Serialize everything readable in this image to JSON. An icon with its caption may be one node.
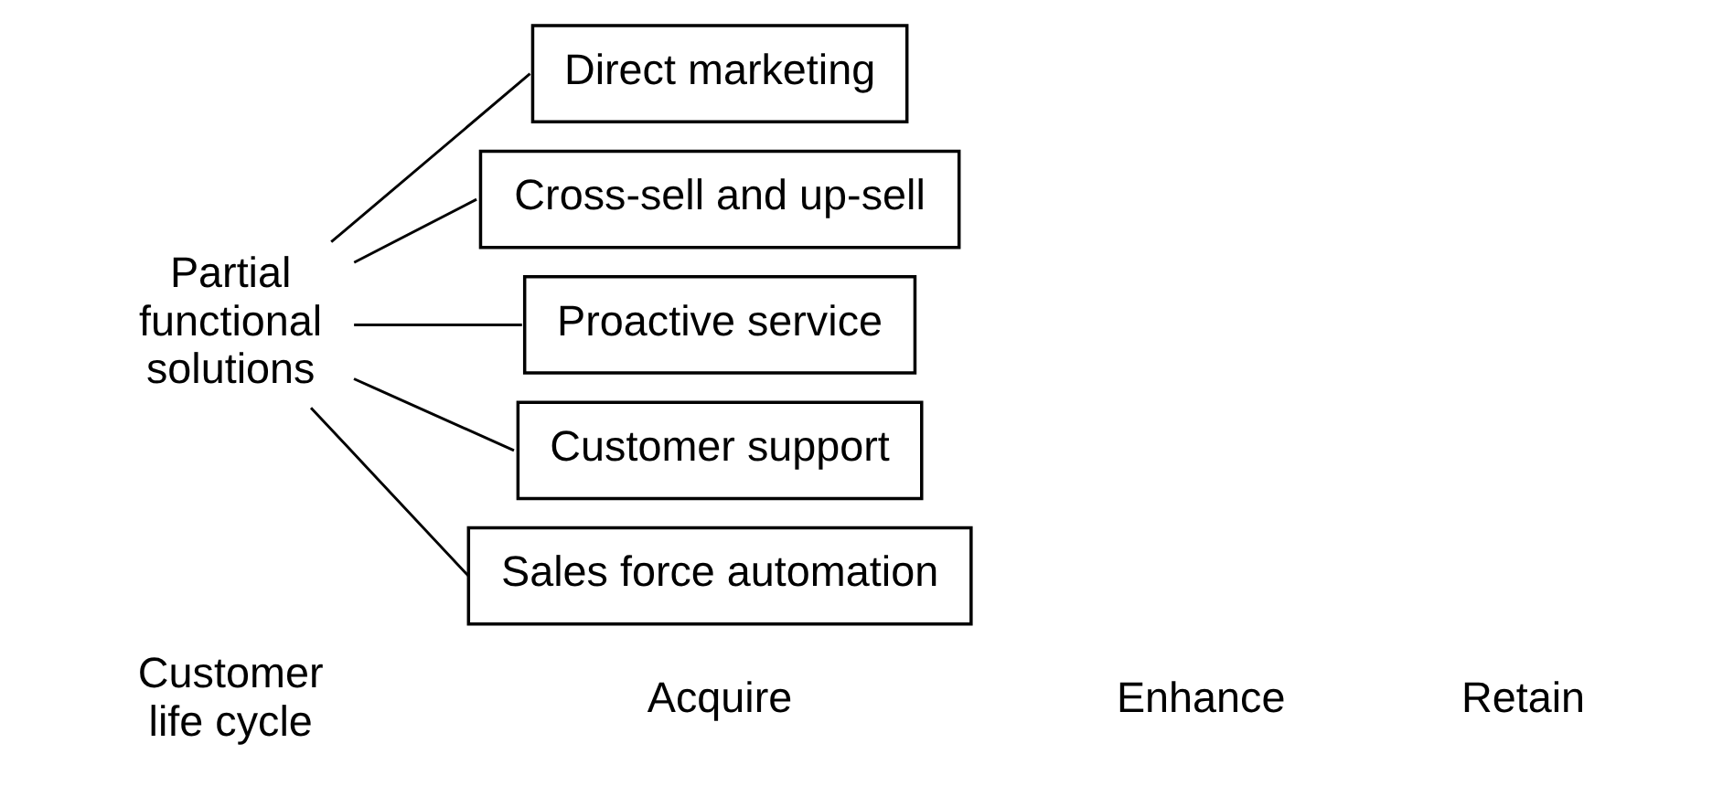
{
  "diagram": {
    "nodes": [
      {
        "text": [
          "Partial functional solutions"
        ]
      },
      {
        "text": [
          "Direct marketing"
        ]
      },
      {
        "text": [
          "Cross-sell and up-sell"
        ]
      },
      {
        "text": [
          "Proactive service"
        ]
      },
      {
        "text": [
          "Customer support"
        ]
      },
      {
        "text": [
          "Sales force automation"
        ]
      }
    ],
    "edges": [
      {
        "from": 0,
        "to": 1,
        "arrow": "none"
      },
      {
        "from": 0,
        "to": 2,
        "arrow": "none"
      },
      {
        "from": 0,
        "to": 3,
        "arrow": "none"
      },
      {
        "from": 0,
        "to": 4,
        "arrow": "none"
      },
      {
        "from": 0,
        "to": 5,
        "arrow": "none"
      }
    ],
    "labels": [
      "Customer life cycle",
      "Acquire",
      "Enhance",
      "Retain"
    ]
  }
}
